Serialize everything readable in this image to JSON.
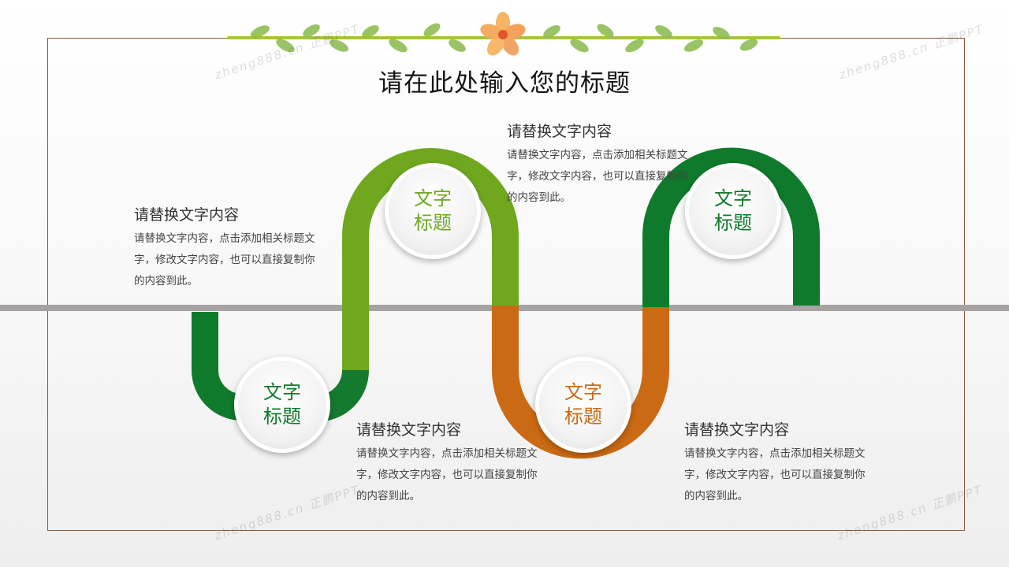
{
  "title": "请在此处输入您的标题",
  "watermark": "zheng888.cn 正鹏PPT",
  "colors": {
    "dark_green": "#0f7a2c",
    "light_green": "#6fa81e",
    "orange": "#cb6a14",
    "divider": "#a7a3a3",
    "frame": "#8a5a36"
  },
  "nodes": [
    {
      "label": "文字\n标题",
      "color": "#0f7a2c"
    },
    {
      "label": "文字\n标题",
      "color": "#6fa81e"
    },
    {
      "label": "文字\n标题",
      "color": "#cb6a14"
    },
    {
      "label": "文字\n标题",
      "color": "#0f7a2c"
    }
  ],
  "text_blocks": [
    {
      "heading": "请替换文字内容",
      "body": "请替换文字内容，点击添加相关标题文字，修改文字内容，也可以直接复制你的内容到此。"
    },
    {
      "heading": "请替换文字内容",
      "body": "请替换文字内容，点击添加相关标题文字，修改文字内容，也可以直接复制你的内容到此。"
    },
    {
      "heading": "请替换文字内容",
      "body": "请替换文字内容，点击添加相关标题文字，修改文字内容，也可以直接复制你的内容到此。"
    },
    {
      "heading": "请替换文字内容",
      "body": "请替换文字内容，点击添加相关标题文字，修改文字内容，也可以直接复制你的内容到此。"
    }
  ]
}
